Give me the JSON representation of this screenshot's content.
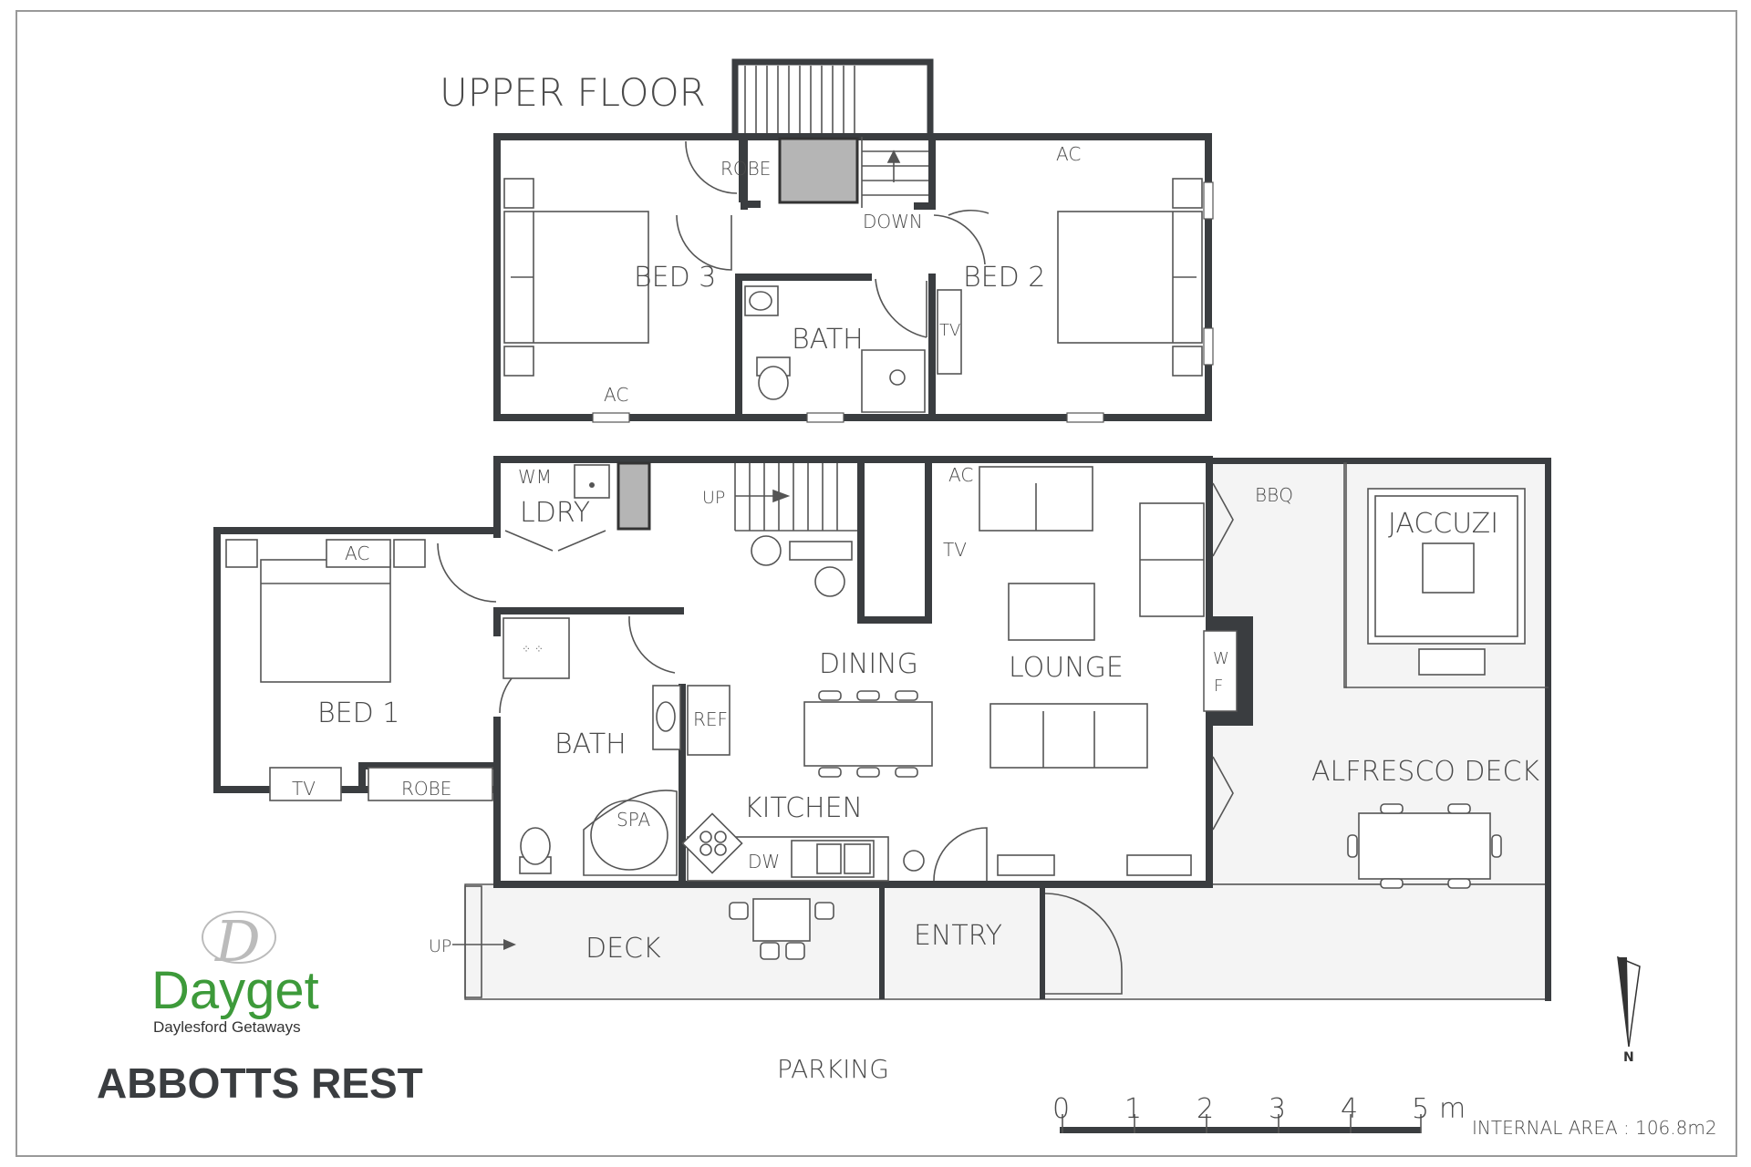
{
  "title": "ABBOTTS REST",
  "brand": {
    "monogram": "D",
    "name": "Dayget",
    "tagline": "Daylesford Getaways",
    "color": "#3d9a3a"
  },
  "upper_floor": {
    "heading": "UPPER FLOOR",
    "rooms": {
      "bed3": "BED 3",
      "bed2": "BED 2",
      "bath": "BATH",
      "robe": "ROBE",
      "down": "DOWN",
      "ac_top": "AC",
      "ac_bottom": "AC",
      "tv": "TV"
    }
  },
  "ground_floor": {
    "rooms": {
      "bed1": "BED 1",
      "bath": "BATH",
      "spa": "SPA",
      "robe": "ROBE",
      "tv_bed": "TV",
      "ac_bed": "AC",
      "ldry": "LDRY",
      "wm": "WM",
      "up_stair": "UP",
      "dining": "DINING",
      "lounge": "LOUNGE",
      "kitchen": "KITCHEN",
      "ref": "REF",
      "dw": "DW",
      "ac_lounge": "AC",
      "tv_lounge": "TV",
      "wf": [
        "W",
        "F"
      ],
      "bbq": "BBQ",
      "jaccuzi": "JACCUZI",
      "alfresco": "ALFRESCO DECK",
      "entry": "ENTRY",
      "deck": "DECK",
      "up_deck": "UP",
      "parking": "PARKING"
    }
  },
  "scale_bar": {
    "ticks": [
      "0",
      "1",
      "2",
      "3",
      "4",
      "5"
    ],
    "unit": "m"
  },
  "internal_area": "INTERNAL AREA : 106.8m2",
  "north": "N"
}
